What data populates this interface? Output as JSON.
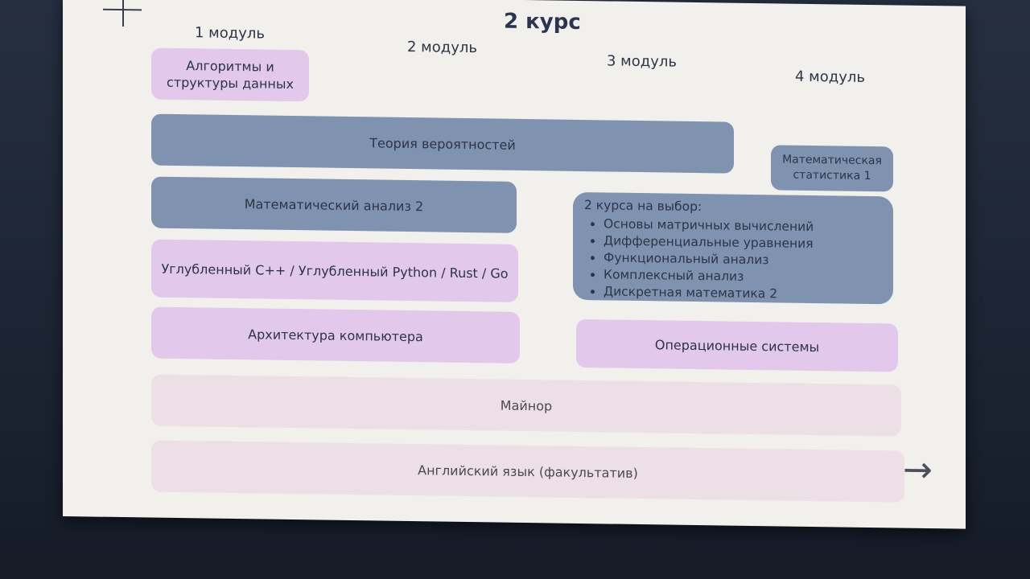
{
  "title": "2 курс",
  "modules": [
    "1 модуль",
    "2 модуль",
    "3 модуль",
    "4 модуль"
  ],
  "courses": {
    "algorithms": "Алгоритмы и структуры данных",
    "probability": "Теория вероятностей",
    "math_stat": "Математическая статистика 1",
    "calculus": "Математический анализ 2",
    "advanced_lang": "Углубленный С++ / Углубленный Python / Rust / Go",
    "architecture": "Архитектура компьютера",
    "os": "Операционные системы",
    "minor": "Майнор",
    "english": "Английский язык (факультатив)"
  },
  "electives": {
    "heading": "2 курса на выбор:",
    "items": [
      "Основы матричных вычислений",
      "Дифференциальные уравнения",
      "Функциональный анализ",
      "Комплексный анализ",
      "Дискретная математика 2"
    ]
  },
  "icons": {
    "plus": "plus-icon",
    "arrow": "arrow-right-icon"
  },
  "colors": {
    "blue_block": "#7f93b0",
    "pink_block": "#e2c8eb",
    "pale_block": "#ecdfe6",
    "slide": "#f1f0ed"
  }
}
